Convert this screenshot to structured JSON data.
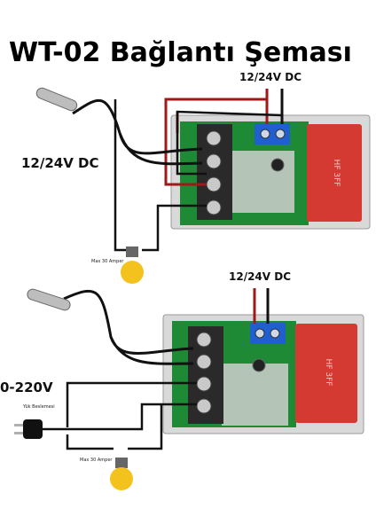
{
  "title": "WT-02 Bağlantı Şeması",
  "top_diagram": {
    "supply_label_top": "12/24V DC",
    "supply_label_left": "12/24V DC",
    "bulb_label": "Max 30 Amper"
  },
  "bottom_diagram": {
    "supply_label_top": "12/24V DC",
    "mains_label": "0-220V",
    "plug_label": "Yük Beslemesi",
    "bulb_label": "Max 30 Amper"
  },
  "relay_text": "HF 3FF",
  "colors": {
    "pcb": "#1f8a35",
    "pcb_dark": "#146a28",
    "wire_red": "#a01818",
    "wire_black": "#111111",
    "terminal_blue": "#1f5fd0",
    "relay_red": "#d43a31",
    "bulb": "#f4c21d"
  }
}
